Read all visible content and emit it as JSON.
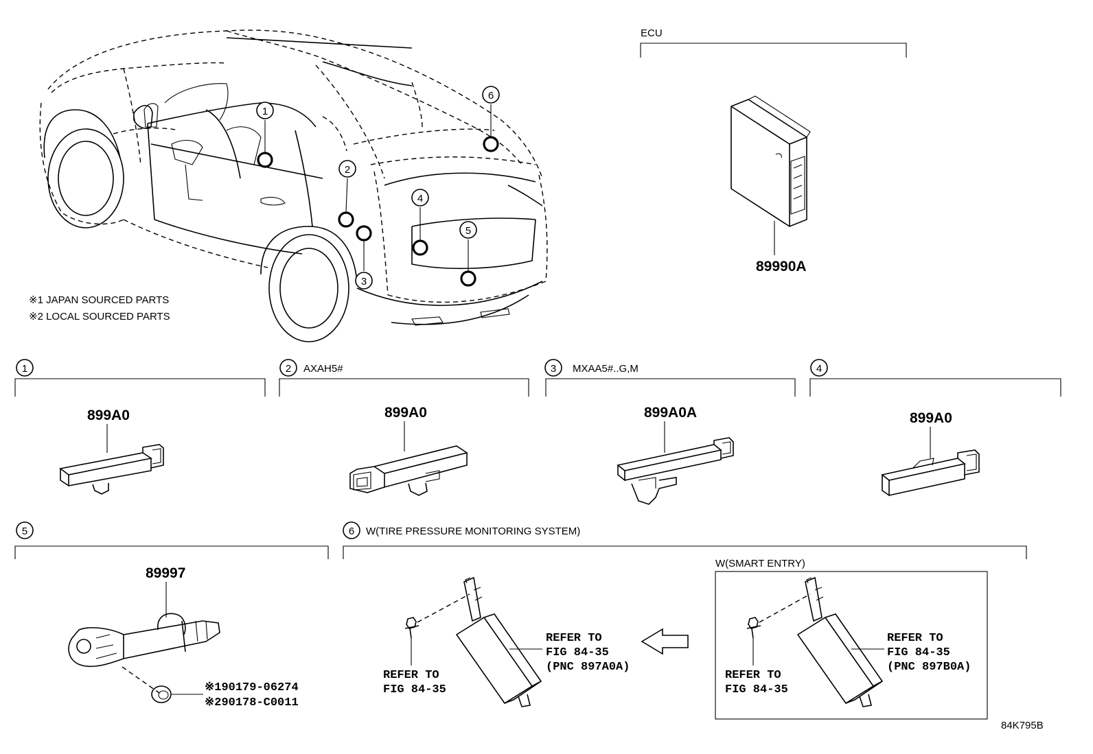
{
  "ecu": {
    "label": "ECU",
    "part_no": "89990A"
  },
  "notes": {
    "note1": "※1 JAPAN SOURCED PARTS",
    "note2": "※2 LOCAL SOURCED PARTS"
  },
  "callouts": [
    "1",
    "2",
    "3",
    "4",
    "5",
    "6"
  ],
  "sections": {
    "s1": {
      "num": "1",
      "title": "",
      "part_no": "899A0"
    },
    "s2": {
      "num": "2",
      "title": "AXAH5#",
      "part_no": "899A0"
    },
    "s3": {
      "num": "3",
      "title": "MXAA5#..G,M",
      "part_no": "899A0A"
    },
    "s4": {
      "num": "4",
      "title": "",
      "part_no": "899A0"
    },
    "s5": {
      "num": "5",
      "title": "",
      "part_no": "89997",
      "ref1": "※190179-06274",
      "ref2": "※290178-C0011"
    },
    "s6": {
      "num": "6",
      "title": "W(TIRE PRESSURE MONITORING SYSTEM)",
      "bolt_ref_line1": "REFER TO",
      "bolt_ref_line2": "FIG 84-35",
      "unit_ref_line1": "REFER TO",
      "unit_ref_line2": "FIG 84-35",
      "unit_ref_line3": "(PNC 897A0A)",
      "smart_entry": {
        "title": "W(SMART ENTRY)",
        "bolt_ref_line1": "REFER TO",
        "bolt_ref_line2": "FIG 84-35",
        "unit_ref_line1": "REFER TO",
        "unit_ref_line2": "FIG 84-35",
        "unit_ref_line3": "(PNC 897B0A)"
      }
    }
  },
  "figure_id": "84K795B",
  "icons": {
    "direction_arrow": "left-arrow-icon"
  }
}
